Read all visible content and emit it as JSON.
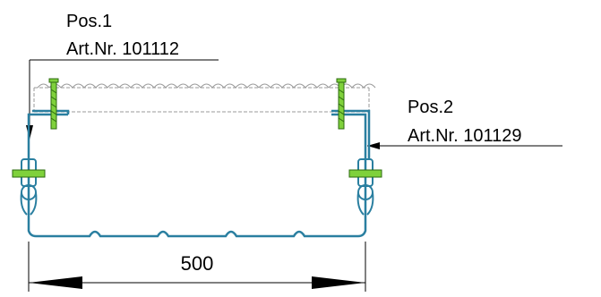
{
  "callouts": {
    "pos1": {
      "position": "Pos.1",
      "article": "Art.Nr. 101112"
    },
    "pos2": {
      "position": "Pos.2",
      "article": "Art.Nr. 101129"
    }
  },
  "dimension": {
    "width_label": "500"
  },
  "colors": {
    "profile": "#2a7fa0",
    "leader": "#000000",
    "plank": "#9a9a9a",
    "screw": "#7fd13b",
    "clamp": "#2a7fa0"
  },
  "icons": [
    "screw-icon",
    "clamp-icon",
    "arrow-icon"
  ]
}
